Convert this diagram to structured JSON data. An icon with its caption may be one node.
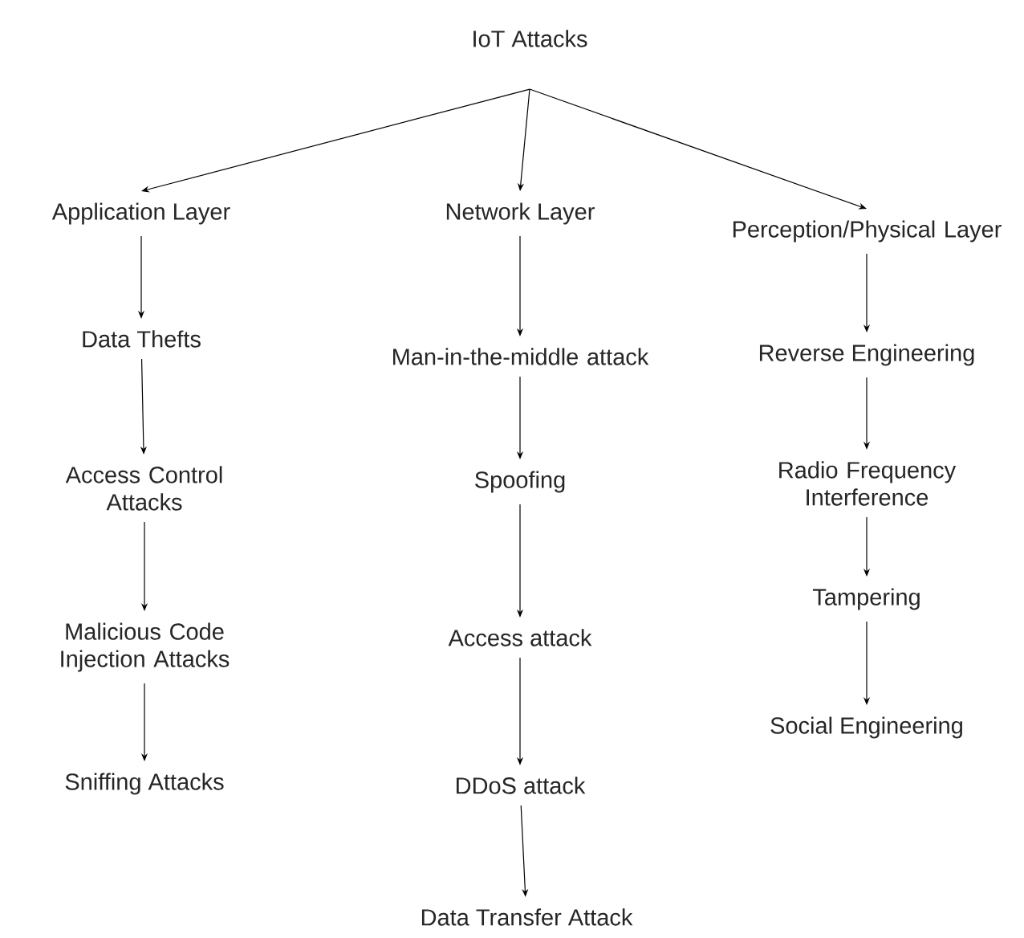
{
  "diagram": {
    "nodes": [
      {
        "text": [
          "IoT Attacks"
        ]
      },
      {
        "text": [
          "Application Layer"
        ]
      },
      {
        "text": [
          "Network Layer"
        ]
      },
      {
        "text": [
          "Perception/Physical Layer"
        ]
      },
      {
        "text": [
          "Data Thefts"
        ]
      },
      {
        "text": [
          "Access Control Attacks"
        ]
      },
      {
        "text": [
          "Malicious Code Injection Attacks"
        ]
      },
      {
        "text": [
          "Sniffing Attacks"
        ]
      },
      {
        "text": [
          "Man-in-the-middle attack"
        ]
      },
      {
        "text": [
          "Spoofing"
        ]
      },
      {
        "text": [
          "Access attack"
        ]
      },
      {
        "text": [
          "DDoS attack"
        ]
      },
      {
        "text": [
          "Data Transfer Attack"
        ]
      },
      {
        "text": [
          "Reverse Engineering"
        ]
      },
      {
        "text": [
          "Radio Frequency Interference"
        ]
      },
      {
        "text": [
          "Tampering"
        ]
      },
      {
        "text": [
          "Social Engineering"
        ]
      }
    ],
    "edges": [
      {
        "from": 0,
        "to": 1,
        "arrow": "to"
      },
      {
        "from": 0,
        "to": 2,
        "arrow": "to"
      },
      {
        "from": 0,
        "to": 3,
        "arrow": "to"
      },
      {
        "from": 1,
        "to": 4,
        "arrow": "to"
      },
      {
        "from": 4,
        "to": 5,
        "arrow": "to"
      },
      {
        "from": 5,
        "to": 6,
        "arrow": "to"
      },
      {
        "from": 6,
        "to": 7,
        "arrow": "to"
      },
      {
        "from": 2,
        "to": 8,
        "arrow": "to"
      },
      {
        "from": 8,
        "to": 9,
        "arrow": "to"
      },
      {
        "from": 9,
        "to": 10,
        "arrow": "to"
      },
      {
        "from": 10,
        "to": 11,
        "arrow": "to"
      },
      {
        "from": 11,
        "to": 12,
        "arrow": "to"
      },
      {
        "from": 3,
        "to": 13,
        "arrow": "to"
      },
      {
        "from": 13,
        "to": 14,
        "arrow": "to"
      },
      {
        "from": 14,
        "to": 15,
        "arrow": "to"
      },
      {
        "from": 15,
        "to": 16,
        "arrow": "to"
      }
    ]
  }
}
